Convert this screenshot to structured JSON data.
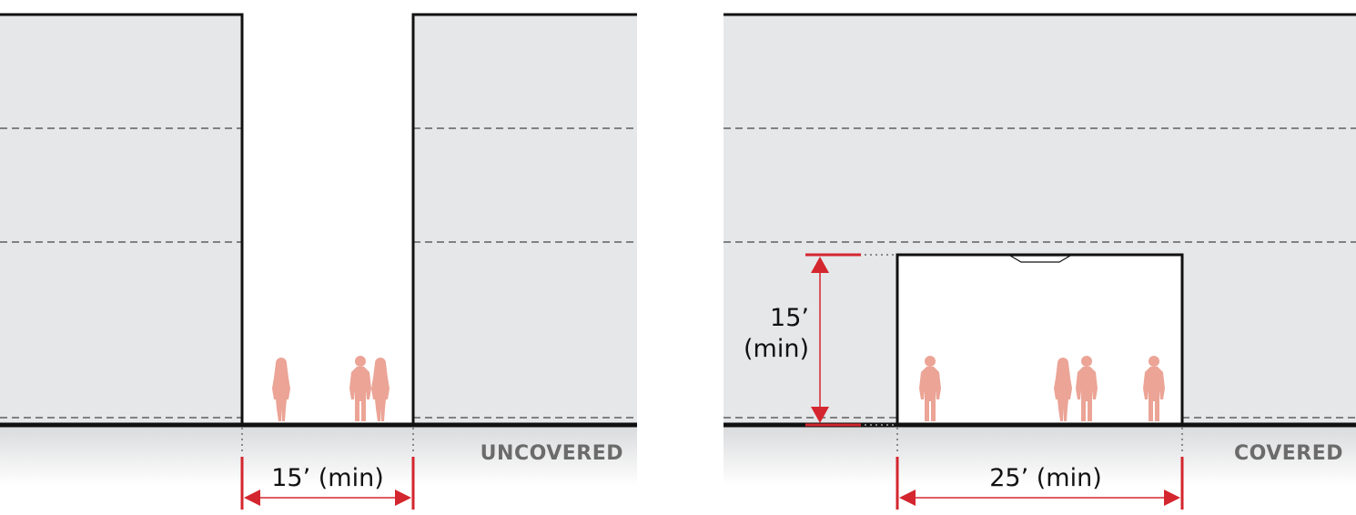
{
  "panels": [
    {
      "type_label": "UNCOVERED",
      "width_label": "15’ (min)"
    },
    {
      "type_label": "COVERED",
      "width_label": "25’ (min)",
      "height_label_value": "15’",
      "height_label_qualifier": "(min)"
    }
  ],
  "colors": {
    "building_fill": "#e6e7e9",
    "dimension_red": "#d4262e",
    "figure_salmon": "#eba496",
    "outline": "#111111",
    "label_grey": "#6b6b6b"
  },
  "icons": [
    "person-figure-icon",
    "arrowhead-icon"
  ]
}
